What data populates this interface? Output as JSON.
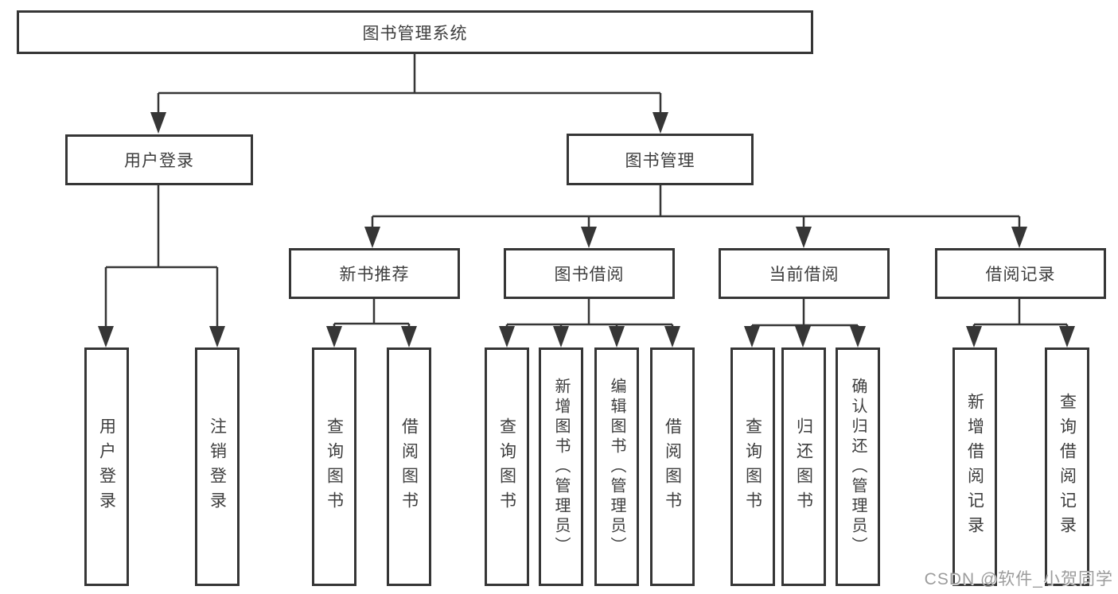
{
  "diagram": {
    "root_label": "图书管理系统",
    "branches": [
      {
        "label": "用户登录",
        "leaves": [
          "用户登录",
          "注销登录"
        ]
      },
      {
        "label": "图书管理",
        "sections": [
          {
            "label": "新书推荐",
            "leaves": [
              "查询图书",
              "借阅图书"
            ]
          },
          {
            "label": "图书借阅",
            "leaves": [
              "查询图书",
              "新增图书（管理员）",
              "编辑图书（管理员）",
              "借阅图书"
            ]
          },
          {
            "label": "当前借阅",
            "leaves": [
              "查询图书",
              "归还图书",
              "确认归还（管理员）"
            ]
          },
          {
            "label": "借阅记录",
            "leaves": [
              "新增借阅记录",
              "查询借阅记录"
            ]
          }
        ]
      }
    ]
  },
  "watermark": "CSDN @软件_小贺同学",
  "colors": {
    "line": "#363636",
    "text": "#3d3d3d",
    "background": "#ffffff",
    "watermark": "#9c9c9c"
  }
}
